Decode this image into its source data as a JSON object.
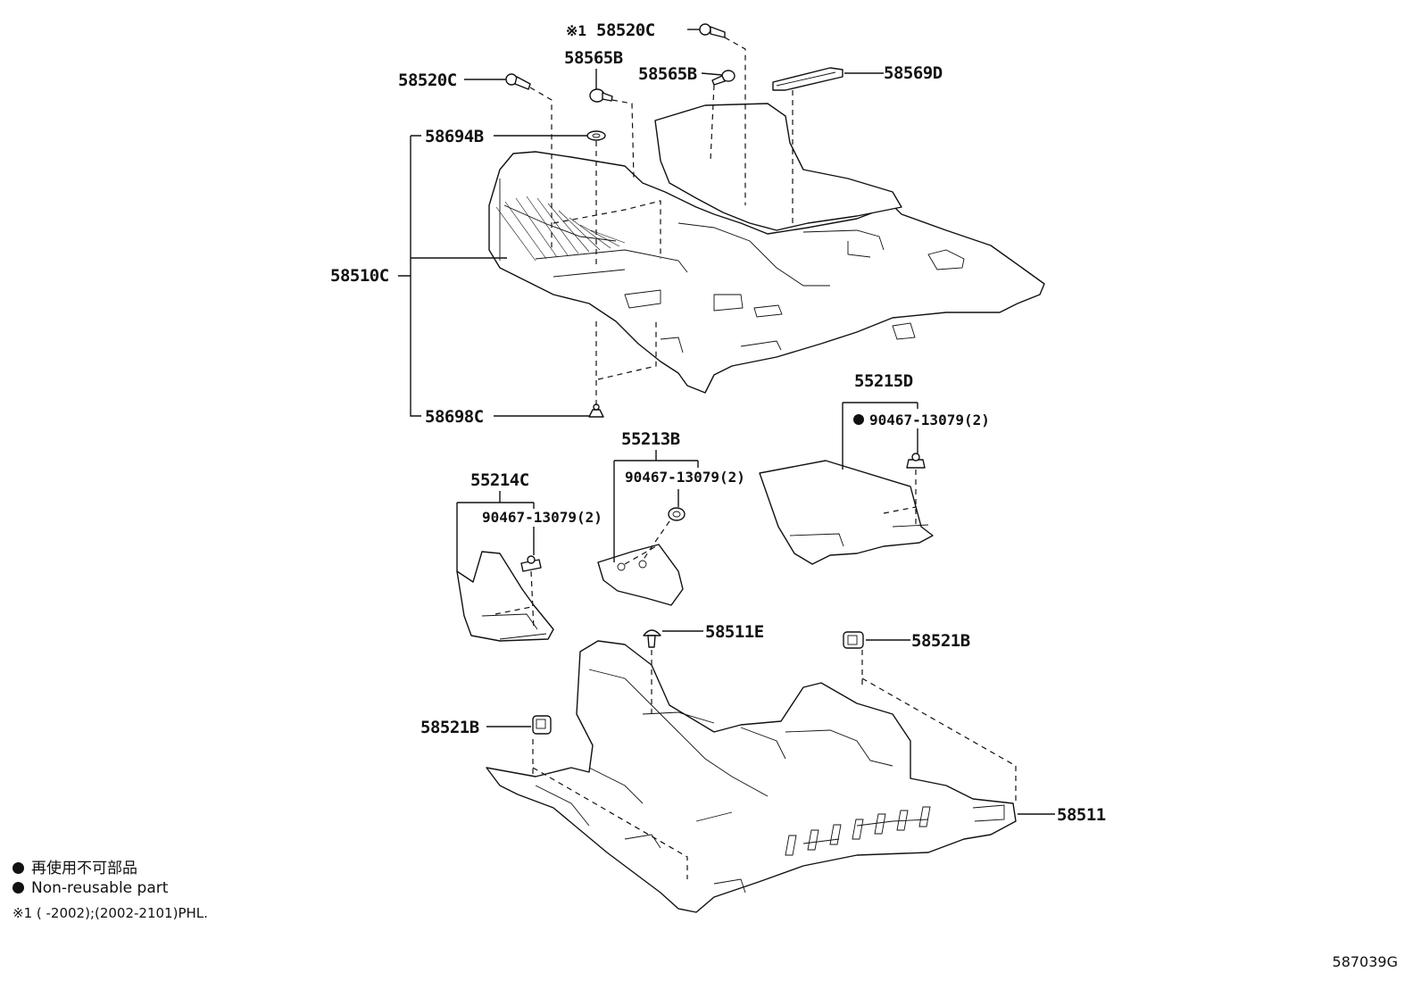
{
  "labels": {
    "p58520c_top": "58520C",
    "p58520c_top_prefix": "※1",
    "p58565b_a": "58565B",
    "p58565b_b": "58565B",
    "p58569d": "58569D",
    "p58520c_left": "58520C",
    "p58694b": "58694B",
    "p58510c": "58510C",
    "p58698c": "58698C",
    "p55215d": "55215D",
    "p90467_d": "90467-13079(2)",
    "p55213b": "55213B",
    "p90467_b": "90467-13079(2)",
    "p55214c": "55214C",
    "p90467_c": "90467-13079(2)",
    "p58511e": "58511E",
    "p58521b_right": "58521B",
    "p58521b_left": "58521B",
    "p58511": "58511"
  },
  "legend": {
    "line1": "再使用不可部品",
    "line2": "Non-reusable part",
    "line3": "※1 (        -2002);(2002-2101)PHL."
  },
  "figure_code": "587039G"
}
